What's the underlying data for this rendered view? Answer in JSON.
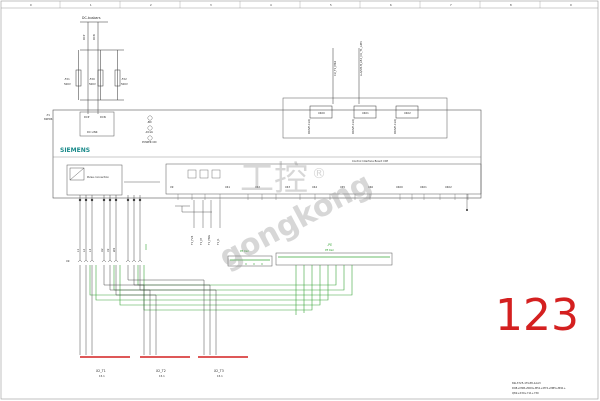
{
  "ruler": {
    "numbers": [
      "0",
      "1",
      "2",
      "3",
      "4",
      "5",
      "6",
      "7",
      "8",
      "9"
    ]
  },
  "dc_busbar": {
    "label": "DC-busbars",
    "pos": "DCP",
    "neg": "DCN"
  },
  "fuses": [
    {
      "id": "-F21",
      "rating": "500V"
    },
    {
      "id": "-F20",
      "rating": "500V"
    },
    {
      "id": "-F22",
      "rating": "500V"
    }
  ],
  "module": {
    "id": "-T1",
    "subid": "6SE0R",
    "terminal_label": "DC LINK",
    "dcp": "DCP",
    "dcn": "DCN"
  },
  "brand": {
    "name": "SIEMENS",
    "color": "#1a8a8a"
  },
  "plug_boxes": {
    "cu_labels": [
      "CU_T1_MR2",
      "A-A/SH-H_A52_CU_T1_AM3"
    ],
    "drive_cliq_label": "DRIVE-CLiQ",
    "ports": [
      "X400",
      "X401",
      "X402"
    ]
  },
  "side_labels": [
    "-BD",
    "-DCLK",
    "POWER ON"
  ],
  "cib": {
    "label": "Control Interface Board CIM"
  },
  "pulse_box": {
    "label": "Pulse connection"
  },
  "connector_tags": [
    "X9",
    "X41",
    "X42",
    "X43",
    "X44",
    "X45",
    "X46",
    "X400",
    "X401",
    "X402"
  ],
  "signal_labels": [
    "T1_F24",
    "T1_M",
    "T1_HSG",
    "T1_R"
  ],
  "x2_label": "X2:",
  "x2_wire_tags": [
    "L1",
    "L2",
    "L3",
    "U2",
    "V2",
    "W2"
  ],
  "pe_rails": [
    {
      "name": "PE Rail"
    },
    {
      "name": "PE Rail"
    }
  ],
  "pe_label": "-PE",
  "outputs": [
    {
      "tag": "X2_T1",
      "sub": "15.1"
    },
    {
      "tag": "X2_T2",
      "sub": "15.1"
    },
    {
      "tag": "X2_T3",
      "sub": "15.1"
    }
  ],
  "handwritten": "123",
  "footer": {
    "line1": "6SL3725-1TG38-1AA3",
    "line2": "D08+M08+M09+M51+M72+M85+M91+",
    "line3": "Q82+X30+Y11+Y30"
  },
  "watermark": "gongkong",
  "watermark_cn": "工控",
  "watermark_mark": "®",
  "colors": {
    "wire_green": "#3aa63a",
    "wire_red": "#d42020",
    "wire_black": "#333333",
    "frame": "#555555"
  }
}
